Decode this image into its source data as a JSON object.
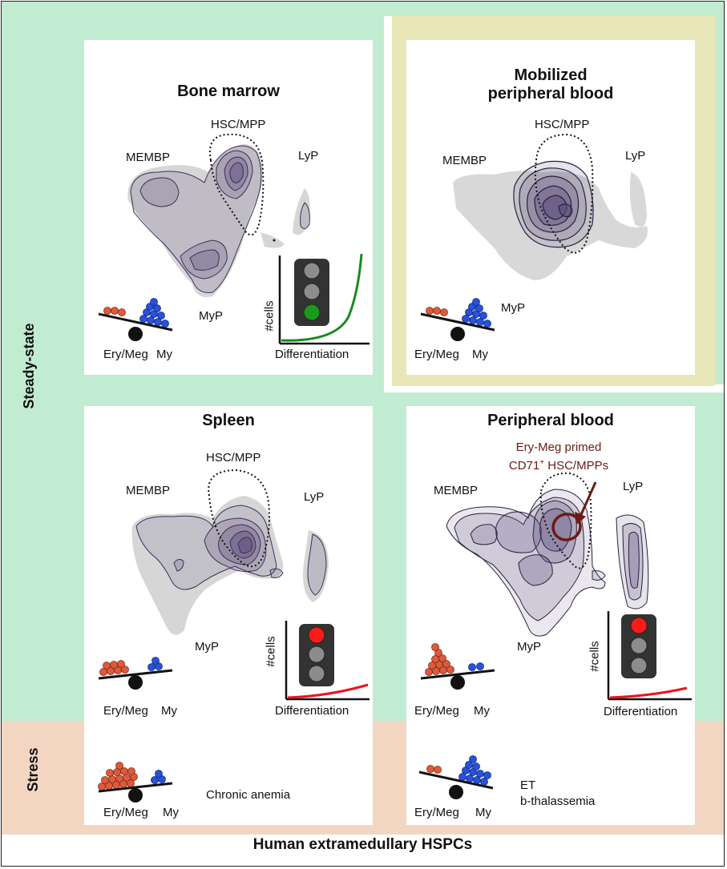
{
  "panels": {
    "bone_marrow": {
      "title": "Bone marrow",
      "hsc": "HSC/MPP",
      "membp": "MEMBP",
      "lyp": "LyP",
      "myp": "MyP"
    },
    "mobilized": {
      "title_line1": "Mobilized",
      "title_line2": "peripheral blood",
      "hsc": "HSC/MPP",
      "membp": "MEMBP",
      "lyp": "LyP",
      "myp": "MyP"
    },
    "spleen": {
      "title": "Spleen",
      "hsc": "HSC/MPP",
      "membp": "MEMBP",
      "lyp": "LyP",
      "myp": "MyP"
    },
    "peripheral": {
      "title": "Peripheral blood",
      "hsc_line1": "Ery-Meg primed",
      "hsc_line2_pre": "CD71",
      "hsc_line2_sup": "+",
      "hsc_line2_post": " HSC/MPPs",
      "membp": "MEMBP",
      "lyp": "LyP",
      "myp": "MyP"
    }
  },
  "balance": {
    "left": "Ery/Meg",
    "right": "My"
  },
  "graph": {
    "ylabel": "#cells",
    "xlabel": "Differentiation"
  },
  "side_labels": {
    "steady": "Steady-state",
    "stress": "Stress"
  },
  "stress_conditions": {
    "left": "Chronic anemia",
    "right_line1": "ET",
    "right_line2": "b-thalassemia"
  },
  "footer": "Human extramedullary HSPCs",
  "colors": {
    "steady_bg": "#c2ecd2",
    "mobilized_bg": "#e9e6b8",
    "stress_bg": "#f3d6c2",
    "ery": "#e05a3a",
    "my": "#2a52d8",
    "green_light": "#1a9a1a",
    "red_light": "#ff1a1a",
    "curve_green": "#1a8a1a",
    "curve_red": "#e8141a",
    "density": "#5a4a7a",
    "annotation": "#6b1a14"
  }
}
